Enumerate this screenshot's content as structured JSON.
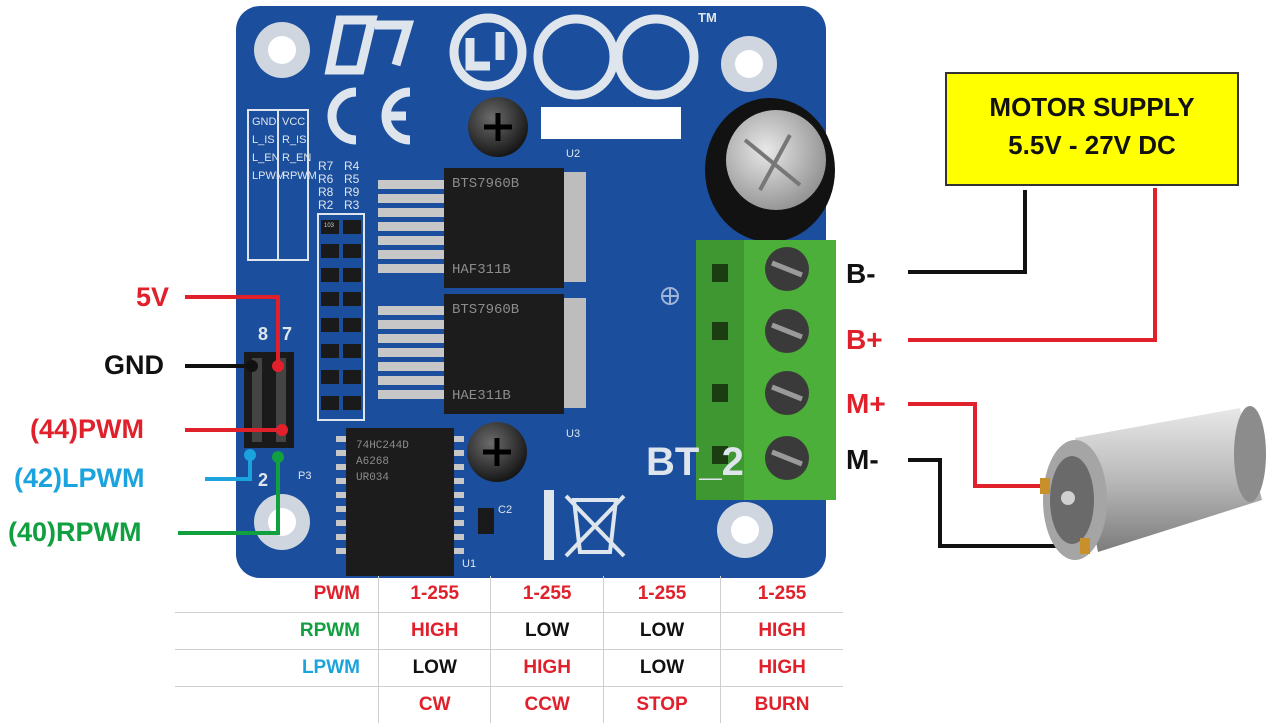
{
  "colors": {
    "red": "#e0202a",
    "green": "#10a040",
    "blue": "#1aa3dd",
    "black": "#111111",
    "board": "#1b4f9e",
    "terminal": "#4caf3a",
    "supply_bg": "#ffff00"
  },
  "board": {
    "pins_left": [
      "GND",
      "L_IS",
      "L_EN",
      "LPWM"
    ],
    "pins_right": [
      "VCC",
      "R_IS",
      "R_EN",
      "RPWM"
    ],
    "resistors_a": [
      "R7",
      "R6",
      "R8",
      "R2"
    ],
    "resistors_b": [
      "R4",
      "R5",
      "R9",
      "R3"
    ],
    "chip1_marking": "BTS7960B",
    "chip1_code": "HAF311B",
    "chip2_marking": "BTS7960B",
    "chip2_code": "HAE311B",
    "label_u2": "U2",
    "label_u3": "U3",
    "label_u1": "U1",
    "label_c2": "C2",
    "label_p3": "P3",
    "model": "BT_2",
    "tm": "TM",
    "ic_marking": "74HC244D",
    "ic_code": "A6268",
    "ic_code2": "UR034",
    "header_num_top": "8",
    "header_num_top2": "7",
    "header_num_bottom": "2",
    "smd_code": "103"
  },
  "labels": {
    "v5": "5V",
    "gnd": "GND",
    "pwm": "(44)PWM",
    "lpwm": "(42)LPWM",
    "rpwm": "(40)RPWM"
  },
  "motor_supply": {
    "line1": "MOTOR SUPPLY",
    "line2": "5.5V - 27V DC"
  },
  "terminals": [
    "B-",
    "B+",
    "M+",
    "M-"
  ],
  "truth_table": {
    "rows": [
      {
        "header": "PWM",
        "color": "red",
        "cells": [
          {
            "text": "1-255",
            "color": "red"
          },
          {
            "text": "1-255",
            "color": "red"
          },
          {
            "text": "1-255",
            "color": "red"
          },
          {
            "text": "1-255",
            "color": "red"
          }
        ]
      },
      {
        "header": "RPWM",
        "color": "green",
        "cells": [
          {
            "text": "HIGH",
            "color": "red"
          },
          {
            "text": "LOW",
            "color": "black"
          },
          {
            "text": "LOW",
            "color": "black"
          },
          {
            "text": "HIGH",
            "color": "red"
          }
        ]
      },
      {
        "header": "LPWM",
        "color": "blue",
        "cells": [
          {
            "text": "LOW",
            "color": "black"
          },
          {
            "text": "HIGH",
            "color": "red"
          },
          {
            "text": "LOW",
            "color": "black"
          },
          {
            "text": "HIGH",
            "color": "red"
          }
        ]
      },
      {
        "header": "",
        "color": "black",
        "cells": [
          {
            "text": "CW",
            "color": "red"
          },
          {
            "text": "CCW",
            "color": "red"
          },
          {
            "text": "STOP",
            "color": "red"
          },
          {
            "text": "BURN",
            "color": "red"
          }
        ]
      }
    ]
  }
}
